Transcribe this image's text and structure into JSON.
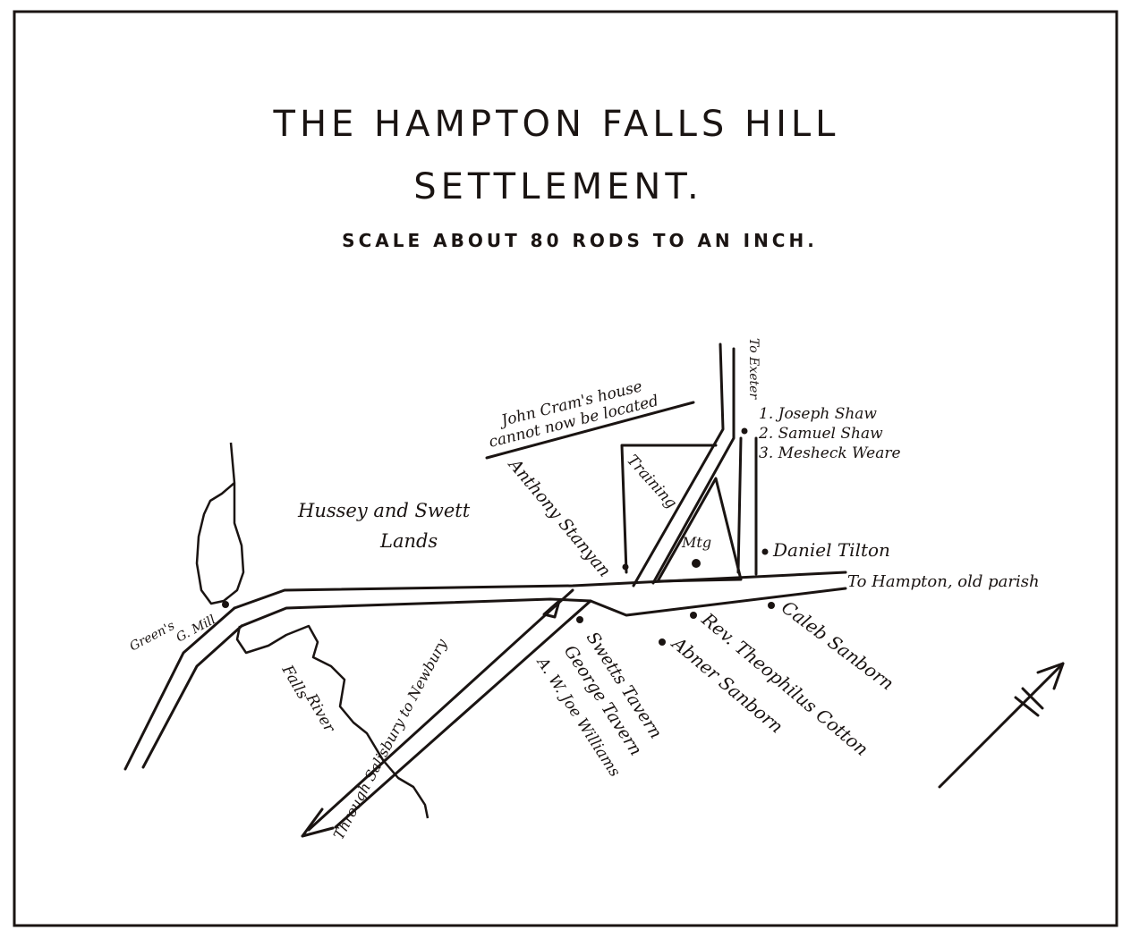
{
  "title": {
    "line1": "THE HAMPTON   FALLS  HILL",
    "line2": "SETTLEMENT.",
    "scale": "SCALE  ABOUT 80 RODS TO  AN INCH."
  },
  "labels": {
    "john_cram_1": "John Cram's house",
    "john_cram_2": "cannot now be located",
    "hussey_1": "Hussey and Swett",
    "hussey_2": "Lands",
    "anthony": "Anthony Stanyan",
    "training": "Training",
    "mtg": "Mtg",
    "joseph_shaw": "1. Joseph Shaw",
    "samuel_shaw": "2. Samuel Shaw",
    "weare": "3. Mesheck Weare",
    "daniel_tilton": "Daniel Tilton",
    "hampton": "To Hampton, old parish",
    "greens_mill_1": "Green's",
    "greens_mill_2": "G. Mill",
    "falls_river_1": "Falls",
    "falls_river_2": "River",
    "swetts": "Swetts Tavern",
    "george": "George Tavern",
    "williams": "A. W. Joe Williams",
    "abner": "Abner Sanborn",
    "cotton": "Rev. Theophilus Cotton",
    "caleb": "Caleb Sanborn",
    "salisbury": "Through Salisbury to Newbury",
    "north_road": "To Exeter"
  }
}
